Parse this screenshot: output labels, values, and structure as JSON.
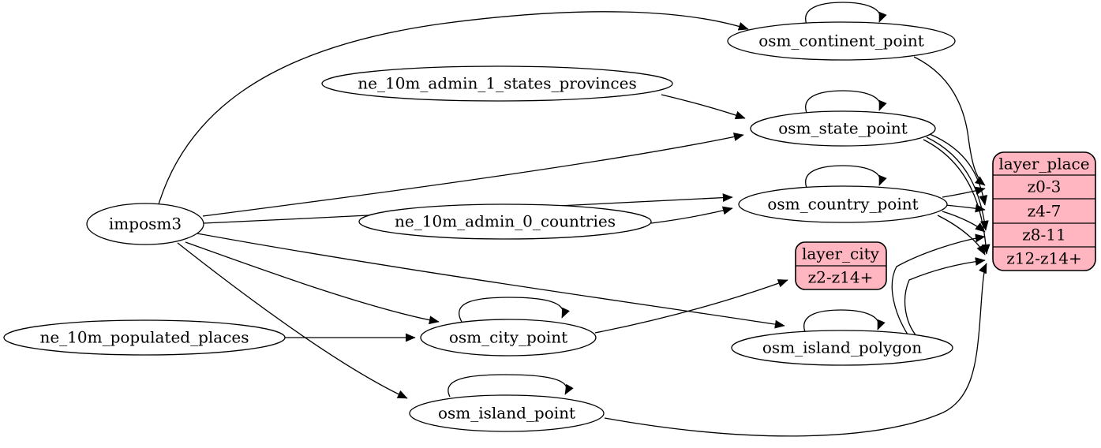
{
  "colors": {
    "record_fill": "#ffb6c1",
    "node_fill": "#ffffff",
    "edge": "#000000"
  },
  "nodes": {
    "imposm3": "imposm3",
    "ne_states": "ne_10m_admin_1_states_provinces",
    "ne_countries": "ne_10m_admin_0_countries",
    "ne_populated": "ne_10m_populated_places",
    "continent": "osm_continent_point",
    "state": "osm_state_point",
    "country": "osm_country_point",
    "city": "osm_city_point",
    "island_polygon": "osm_island_polygon",
    "island_point": "osm_island_point"
  },
  "records": {
    "layer_place": {
      "title": "layer_place",
      "rows": [
        "z0-3",
        "z4-7",
        "z8-11",
        "z12-z14+"
      ]
    },
    "layer_city": {
      "title": "layer_city",
      "rows": [
        "z2-z14+"
      ]
    }
  },
  "edges": [
    {
      "from": "imposm3",
      "to": "osm_continent_point"
    },
    {
      "from": "imposm3",
      "to": "osm_state_point"
    },
    {
      "from": "imposm3",
      "to": "osm_country_point"
    },
    {
      "from": "imposm3",
      "to": "osm_city_point"
    },
    {
      "from": "imposm3",
      "to": "osm_island_polygon"
    },
    {
      "from": "imposm3",
      "to": "osm_island_point"
    },
    {
      "from": "ne_10m_admin_1_states_provinces",
      "to": "osm_state_point"
    },
    {
      "from": "ne_10m_admin_0_countries",
      "to": "osm_country_point"
    },
    {
      "from": "ne_10m_populated_places",
      "to": "osm_city_point"
    },
    {
      "from": "osm_continent_point",
      "to": "osm_continent_point"
    },
    {
      "from": "osm_state_point",
      "to": "osm_state_point"
    },
    {
      "from": "osm_country_point",
      "to": "osm_country_point"
    },
    {
      "from": "osm_city_point",
      "to": "osm_city_point"
    },
    {
      "from": "osm_island_polygon",
      "to": "osm_island_polygon"
    },
    {
      "from": "osm_island_point",
      "to": "osm_island_point"
    },
    {
      "from": "osm_continent_point",
      "to": "layer_place:z0-3"
    },
    {
      "from": "osm_country_point",
      "to": "layer_place:z0-3"
    },
    {
      "from": "osm_country_point",
      "to": "layer_place:z4-7"
    },
    {
      "from": "osm_country_point",
      "to": "layer_place:z8-11"
    },
    {
      "from": "osm_country_point",
      "to": "layer_place:z12-z14+"
    },
    {
      "from": "osm_state_point",
      "to": "layer_place:z4-7"
    },
    {
      "from": "osm_state_point",
      "to": "layer_place:z8-11"
    },
    {
      "from": "osm_state_point",
      "to": "layer_place:z12-z14+"
    },
    {
      "from": "osm_island_polygon",
      "to": "layer_place:z8-11"
    },
    {
      "from": "osm_island_polygon",
      "to": "layer_place:z12-z14+"
    },
    {
      "from": "osm_island_point",
      "to": "layer_place:z12-z14+"
    },
    {
      "from": "osm_city_point",
      "to": "layer_city:z2-z14+"
    }
  ]
}
